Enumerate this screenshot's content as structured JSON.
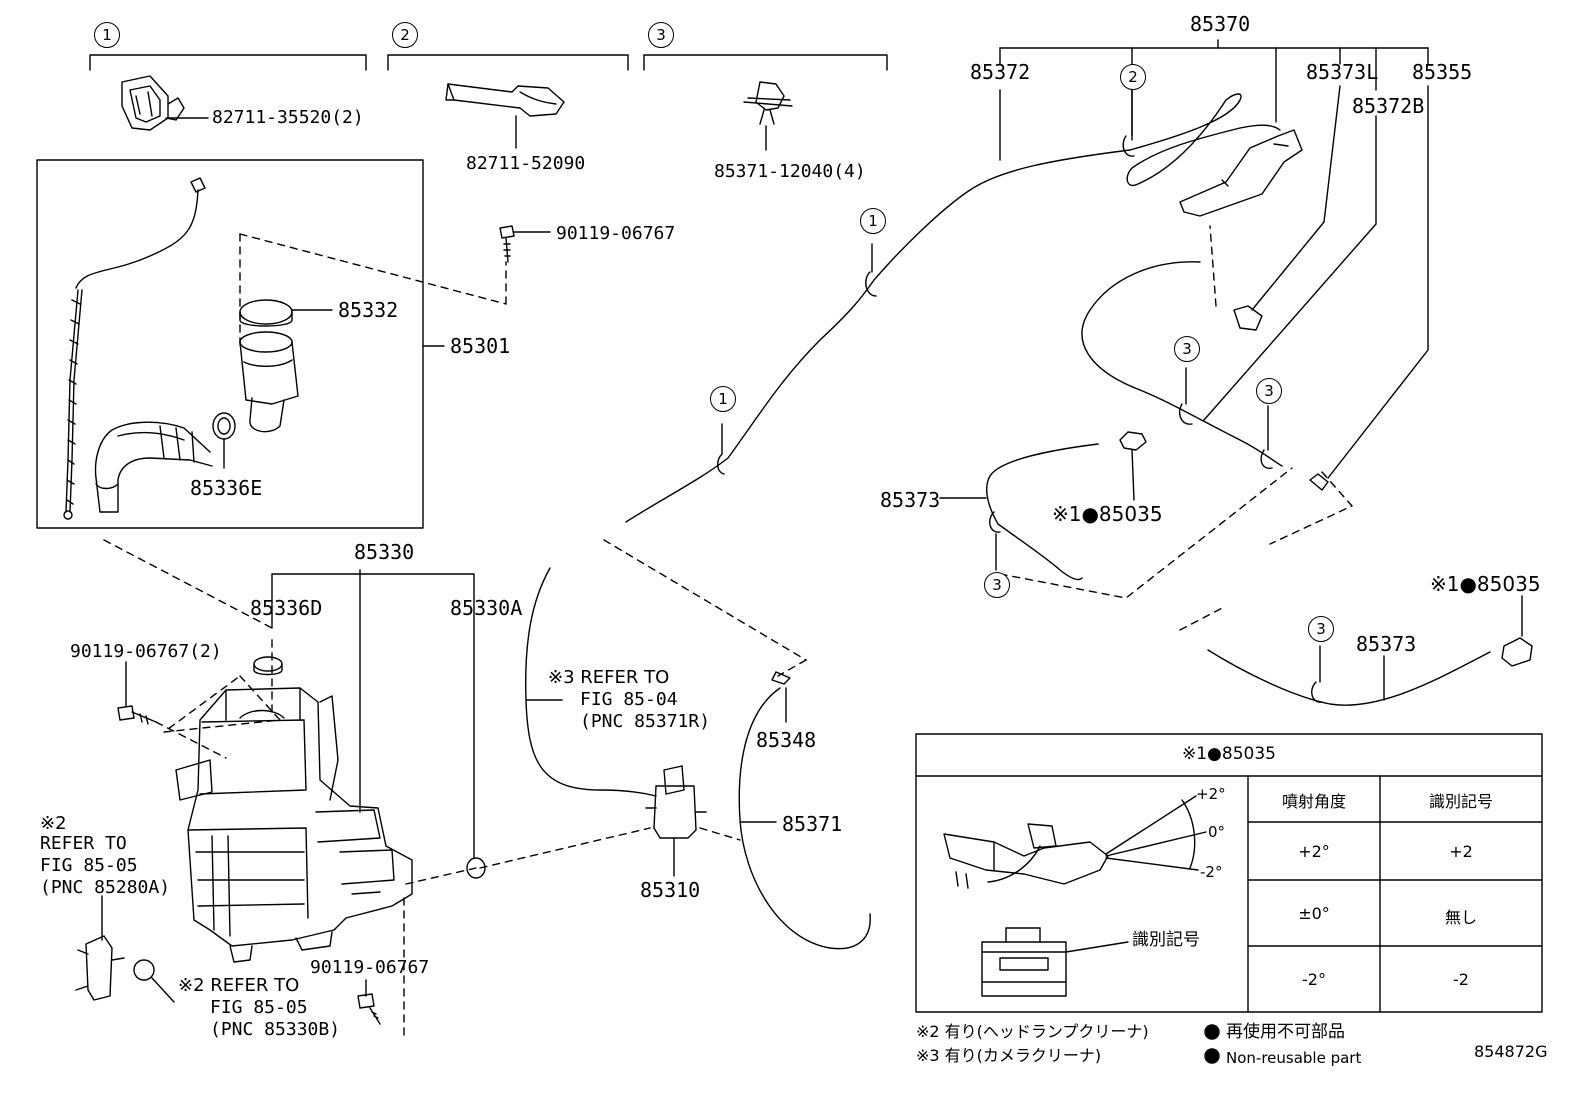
{
  "groups": [
    {
      "num": "1",
      "part": "82711-35520(2)"
    },
    {
      "num": "2",
      "part": "82711-52090"
    },
    {
      "num": "3",
      "part": "85371-12040(4)"
    }
  ],
  "labels": {
    "p85370": "85370",
    "p85372": "85372",
    "p85373L": "85373L",
    "p85355": "85355",
    "p85372B": "85372B",
    "p90119_a": "90119-06767",
    "p85332": "85332",
    "p85301": "85301",
    "p85336E": "85336E",
    "p85330": "85330",
    "p85336D": "85336D",
    "p85330A": "85330A",
    "p90119_b": "90119-06767(2)",
    "p85373_a": "85373",
    "p85035_a": "※1●85035",
    "p85035_b": "※1●85035",
    "p85373_b": "85373",
    "p85348": "85348",
    "p85371": "85371",
    "p85310": "85310",
    "p90119_c": "90119-06767",
    "ref3_1": "※3 REFER TO",
    "ref3_2": "FIG 85-04",
    "ref3_3": "(PNC 85371R)",
    "ref2a_1": "※2",
    "ref2a_2": "REFER TO",
    "ref2a_3": "FIG 85-05",
    "ref2a_4": "(PNC 85280A)",
    "ref2b_1": "※2 REFER TO",
    "ref2b_2": "FIG 85-05",
    "ref2b_3": "(PNC 85330B)"
  },
  "callouts": {
    "c1a": "1",
    "c1b": "1",
    "c2a": "2",
    "c3a": "3",
    "c3b": "3",
    "c3c": "3",
    "c3d": "3"
  },
  "spec_table": {
    "title": "※1●85035",
    "col_angle": "噴射角度",
    "col_mark": "識別記号",
    "rows": [
      {
        "angle": "+2°",
        "mark": "+2"
      },
      {
        "angle": "±0°",
        "mark": "無し"
      },
      {
        "angle": "-2°",
        "mark": "-2"
      }
    ],
    "angle_plus": "+2°",
    "angle_zero": "0°",
    "angle_minus": "-2°",
    "mark_label": "識別記号"
  },
  "notes": {
    "note2": "※2 有り(ヘッドランプクリーナ)",
    "note3": "※3 有り(カメラクリーナ)",
    "nonreuse_jp": "再使用不可部品",
    "nonreuse_en": "Non-reusable part"
  },
  "figure_id": "854872G"
}
